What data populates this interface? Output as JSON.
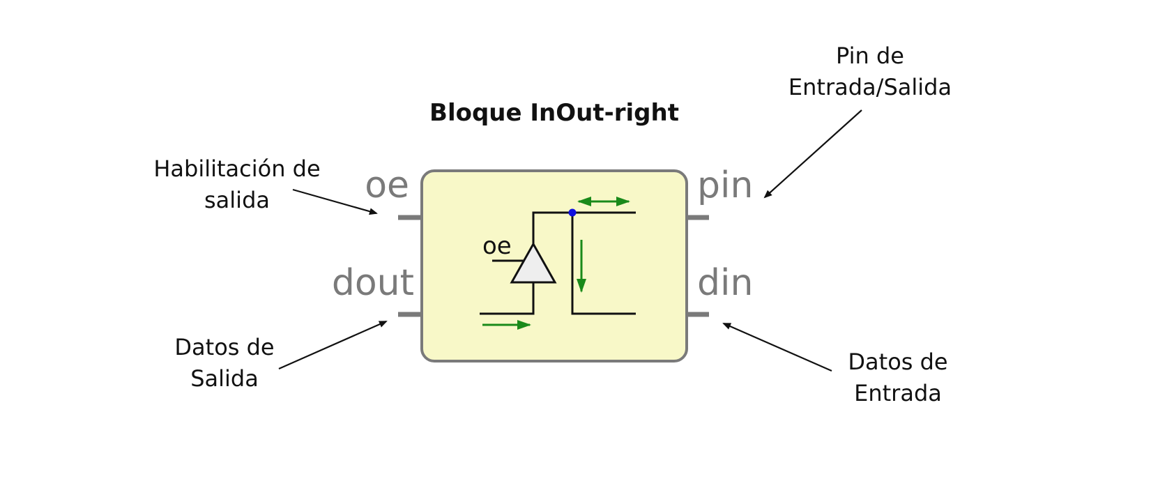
{
  "diagram": {
    "title": "Bloque InOut-right",
    "ports": {
      "oe": "oe",
      "dout": "dout",
      "pin": "pin",
      "din": "din"
    },
    "inner_oe_label": "oe",
    "annotations": {
      "habilitacion": [
        "Habilitación de",
        "salida"
      ],
      "datos_salida": [
        "Datos de",
        "Salida"
      ],
      "pin_entrada_salida": [
        "Pin de",
        "Entrada/Salida"
      ],
      "datos_entrada": [
        "Datos de",
        "Entrada"
      ]
    },
    "colors": {
      "block_fill": "#f8f8c8",
      "block_border": "#7a7a7a",
      "flow_arrow": "#1a8a1a",
      "junction_dot": "#1010e0",
      "buffer_fill": "#eeeeee"
    }
  }
}
